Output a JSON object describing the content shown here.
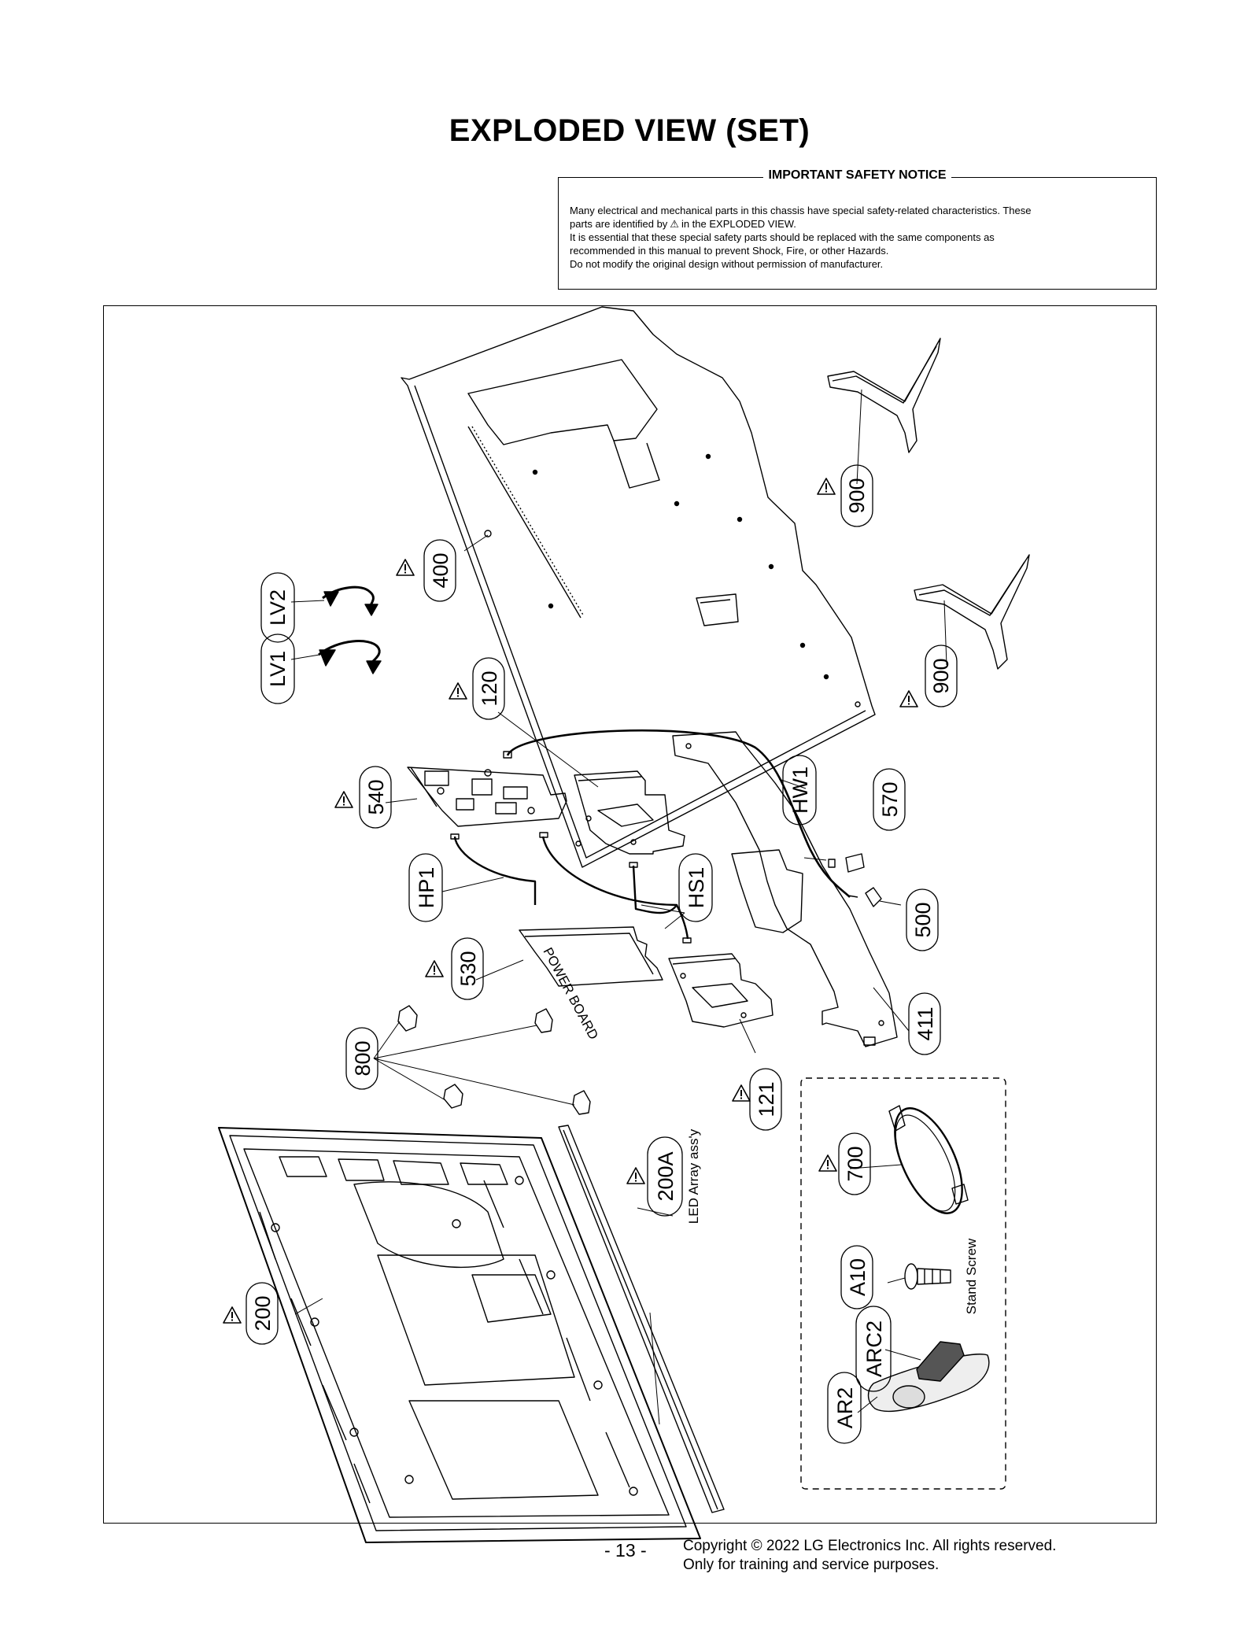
{
  "page": {
    "title": "EXPLODED VIEW (SET)",
    "page_number": "- 13 -",
    "copyright_line1": "Copyright © 2022 LG Electronics Inc. All rights reserved.",
    "copyright_line2": "Only for training and service purposes."
  },
  "notice": {
    "heading": "IMPORTANT SAFETY NOTICE",
    "line1": "Many electrical and mechanical parts in this chassis have special safety-related characteristics. These",
    "line2a": "parts are identified by",
    "line2b": "in the EXPLODED VIEW.",
    "line3": "It is essential that these special safety parts should be replaced with the same components as",
    "line4": "recommended in this manual to prevent Shock, Fire, or other Hazards.",
    "line5": "Do not modify the original design without permission of manufacturer."
  },
  "parts": {
    "p900a": "900",
    "p900b": "900",
    "p400": "400",
    "LV2": "LV2",
    "LV1": "LV1",
    "p120": "120",
    "p540": "540",
    "HW1": "HW1",
    "p570": "570",
    "HP1": "HP1",
    "HS1": "HS1",
    "p500": "500",
    "p530": "530",
    "p411": "411",
    "p800": "800",
    "p121": "121",
    "p700": "700",
    "p200A": "200A",
    "p200": "200",
    "A10": "A10",
    "ARC2": "ARC2",
    "AR2": "AR2"
  },
  "annotations": {
    "led_array": "LED Array ass'y",
    "stand_screw": "Stand Screw",
    "power_board_text": "POWER BOARD"
  },
  "icons": {
    "safety": "warning-triangle-icon"
  }
}
